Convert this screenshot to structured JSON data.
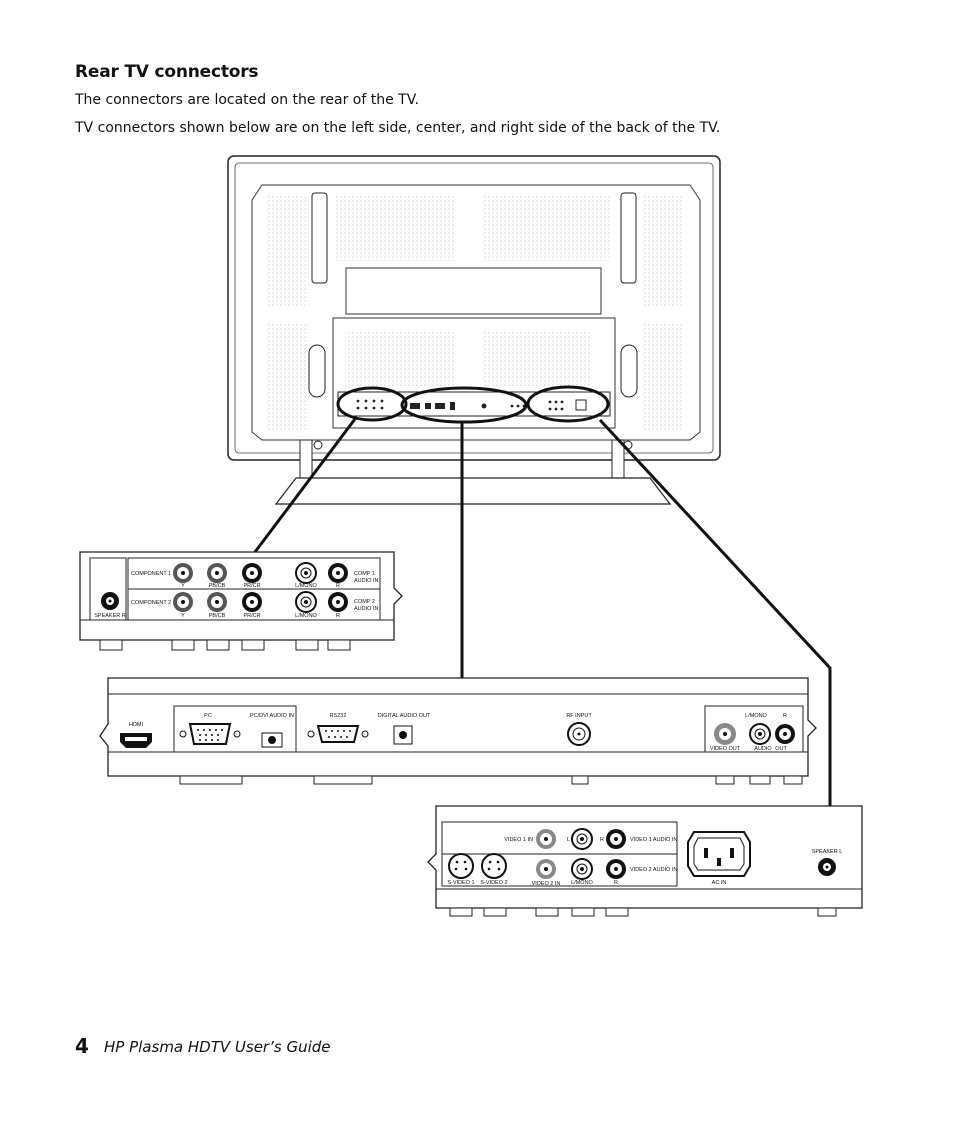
{
  "section": {
    "heading": "Rear TV connectors",
    "intro": "The connectors are located on the rear of the TV.",
    "detail": "TV connectors shown below are on the left side, center, and right side of the back of the TV."
  },
  "left_panel": {
    "component_1": "COMPONENT 1",
    "component_2": "COMPONENT 2",
    "y": "Y",
    "pb": "PB/CB",
    "pr": "PR/CR",
    "l_mono": "L/MONO",
    "r": "R",
    "comp1_audio": [
      "COMP 1",
      "AUDIO IN"
    ],
    "comp2_audio": [
      "COMP 2",
      "AUDIO IN"
    ],
    "speaker_r": "SPEAKER R"
  },
  "center_panel": {
    "hdmi": "HDMI",
    "pc": "PC",
    "pc_dvi_audio": "PC/DVI AUDIO IN",
    "rs232": "RS232",
    "digital_audio_out": "DIGITAL AUDIO OUT",
    "rf_input": "RF INPUT",
    "l_mono": "L/MONO",
    "r": "R",
    "video_out": "VIDEO OUT",
    "audio": "AUDIO",
    "out": "OUT"
  },
  "right_panel": {
    "video1_in": "VIDEO 1 IN",
    "l": "L",
    "r": "R",
    "video1_audio_in": "VIDEO 1 AUDIO IN",
    "video2_audio_in": "VIDEO 2 AUDIO IN",
    "svideo1": "S-VIDEO 1",
    "svideo2": "S-VIDEO 2",
    "video2_in": "VIDEO 2 IN",
    "l_mono": "L/MONO",
    "r2": "R",
    "ac_in": "AC IN",
    "speaker_l": "SPEAKER L"
  },
  "footer": {
    "page_number": "4",
    "guide_title": "HP Plasma HDTV User’s Guide"
  }
}
